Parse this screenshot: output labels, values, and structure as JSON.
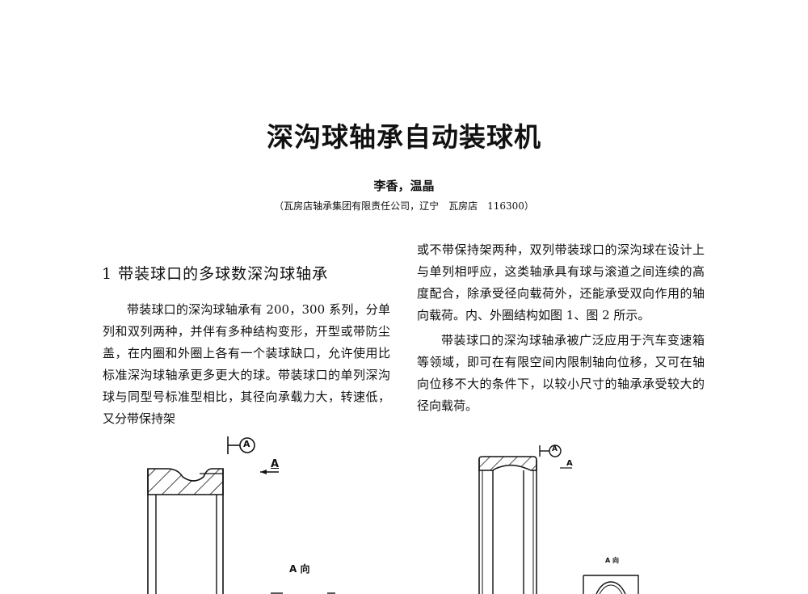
{
  "paper": {
    "title": "深沟球轴承自动装球机",
    "authors": "李香，温晶",
    "affiliation": "（瓦房店轴承集团有限责任公司，辽宁　瓦房店　116300）"
  },
  "section1": {
    "heading": "1  带装球口的多球数深沟球轴承",
    "left_paragraph": "带装球口的深沟球轴承有 200，300 系列，分单列和双列两种，并伴有多种结构变形，开型或带防尘盖，在内圈和外圈上各有一个装球缺口，允许使用比标准深沟球轴承更多更大的球。带装球口的单列深沟球与同型号标准型相比，其径向承载力大，转速低，又分带保持架",
    "right_paragraph_1": "或不带保持架两种，双列带装球口的深沟球在设计上与单列相呼应，这类轴承具有球与滚道之间连续的高度配合，除承受径向载荷外，还能承受双向作用的轴向载荷。内、外圈结构如图 1、图 2 所示。",
    "right_paragraph_2": "带装球口的深沟球轴承被广泛应用于汽车变速箱等领域，即可在有限空间内限制轴向位移，又可在轴向位移不大的条件下，以较小尺寸的轴承承受较大的径向载荷。"
  },
  "figures": {
    "fig1": {
      "datum_label": "A",
      "section_label": "A",
      "view_label": "A 向"
    },
    "fig2": {
      "datum_label": "A",
      "section_label": "A",
      "view_label": "A 向"
    }
  }
}
